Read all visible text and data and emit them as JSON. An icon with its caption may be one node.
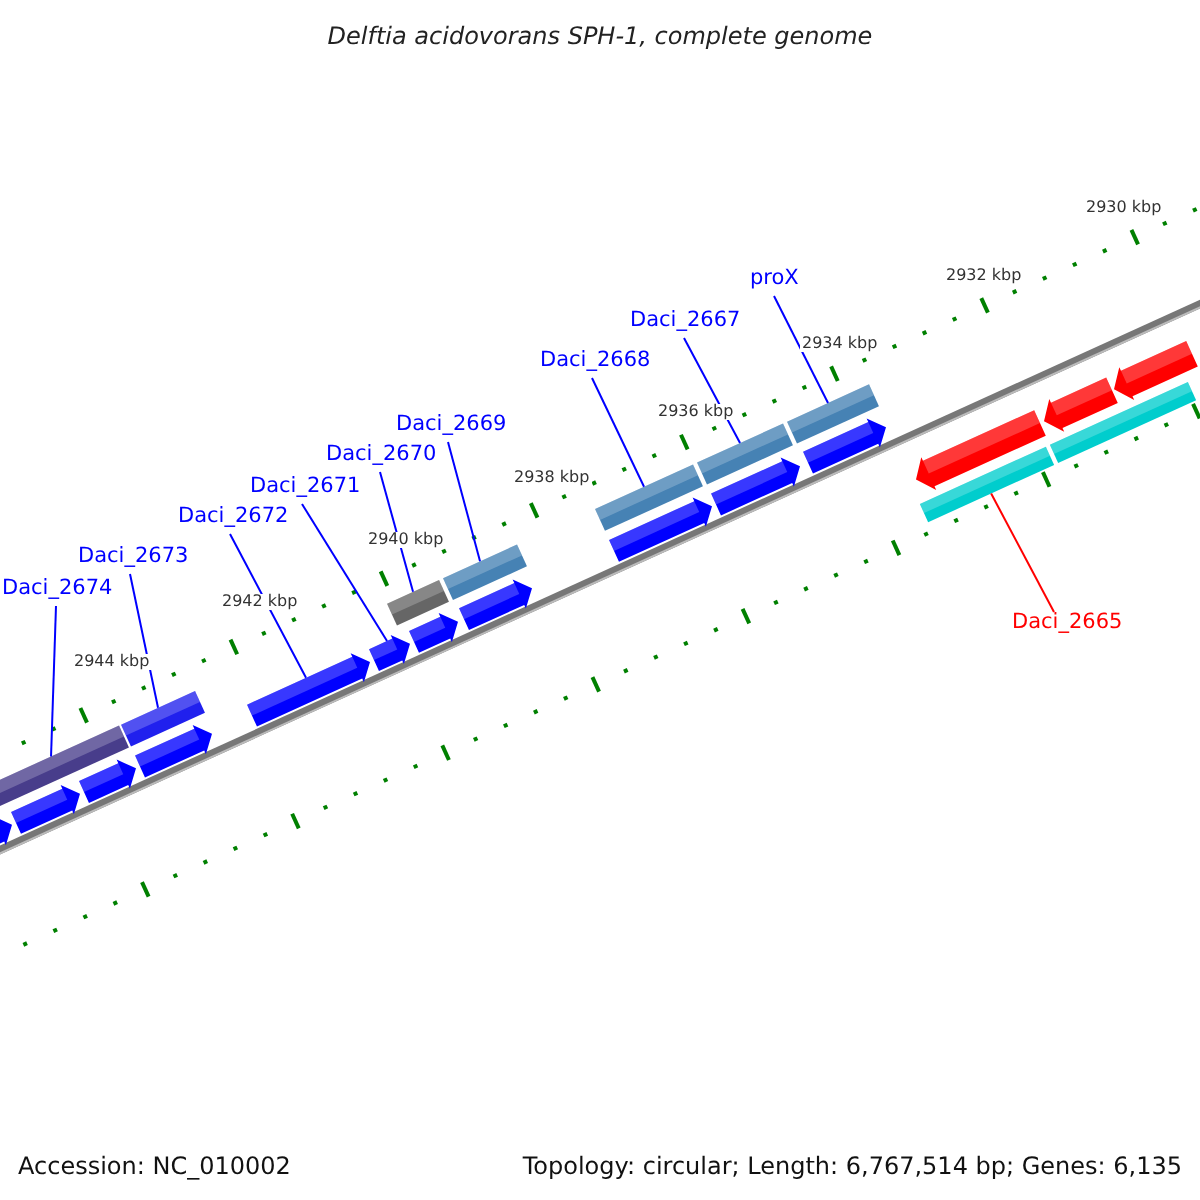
{
  "diagram": {
    "title": "Delftia acidovorans SPH-1, complete genome",
    "nodes": [
      {
        "text": [
          "Daci_2674"
        ]
      },
      {
        "text": [
          "Daci_2673"
        ]
      },
      {
        "text": [
          "Daci_2672"
        ]
      },
      {
        "text": [
          "Daci_2671"
        ]
      },
      {
        "text": [
          "Daci_2670"
        ]
      },
      {
        "text": [
          "Daci_2669"
        ]
      },
      {
        "text": [
          "Daci_2668"
        ]
      },
      {
        "text": [
          "Daci_2667"
        ]
      },
      {
        "text": [
          "proX"
        ]
      },
      {
        "text": [
          "Daci_2665"
        ]
      },
      {
        "text": [],
        "shape": "bar"
      },
      {
        "text": [],
        "shape": "bar"
      },
      {
        "text": [],
        "shape": "bar"
      },
      {
        "text": [],
        "shape": "bar"
      },
      {
        "text": [],
        "shape": "bar"
      },
      {
        "text": [],
        "shape": "bar"
      },
      {
        "text": [],
        "shape": "bar"
      },
      {
        "text": [],
        "shape": "bar"
      },
      {
        "text": [],
        "shape": "bar"
      },
      {
        "text": [],
        "shape": "bar"
      },
      {
        "text": [],
        "shape": "bar"
      },
      {
        "text": [],
        "shape": "bar"
      },
      {
        "text": [],
        "shape": "bar"
      },
      {
        "text": [],
        "shape": "bar"
      },
      {
        "text": [],
        "shape": "bar"
      },
      {
        "text": [],
        "shape": "bar"
      },
      {
        "text": [],
        "shape": "bar"
      },
      {
        "text": [],
        "shape": "bar"
      },
      {
        "text": [],
        "shape": "bar"
      },
      {
        "text": [],
        "shape": "bar"
      },
      {
        "text": [],
        "shape": "bar"
      },
      {
        "text": [],
        "shape": "bar"
      },
      {
        "text": [],
        "shape": "bar"
      }
    ],
    "edges": [
      {
        "from": 0,
        "to": 11,
        "arrow": "none"
      },
      {
        "from": 1,
        "to": 14,
        "arrow": "none"
      },
      {
        "from": 2,
        "to": 16,
        "arrow": "none"
      },
      {
        "from": 3,
        "to": 17,
        "arrow": "none"
      },
      {
        "from": 4,
        "to": 18,
        "arrow": "none"
      },
      {
        "from": 5,
        "to": 20,
        "arrow": "none"
      },
      {
        "from": 6,
        "to": 22,
        "arrow": "none"
      },
      {
        "from": 7,
        "to": 24,
        "arrow": "none"
      },
      {
        "from": 8,
        "to": 26,
        "arrow": "none"
      },
      {
        "from": 9,
        "to": 29,
        "arrow": "none",
        "color": "#ff0000"
      }
    ],
    "labels": [
      "2930 kbp",
      "2932 kbp",
      "2934 kbp",
      "2936 kbp",
      "2938 kbp",
      "2940 kbp",
      "2942 kbp",
      "2944 kbp",
      "Accession: NC_010002",
      "Topology: circular; Length: 6,767,514 bp; Genes: 6,135"
    ]
  }
}
